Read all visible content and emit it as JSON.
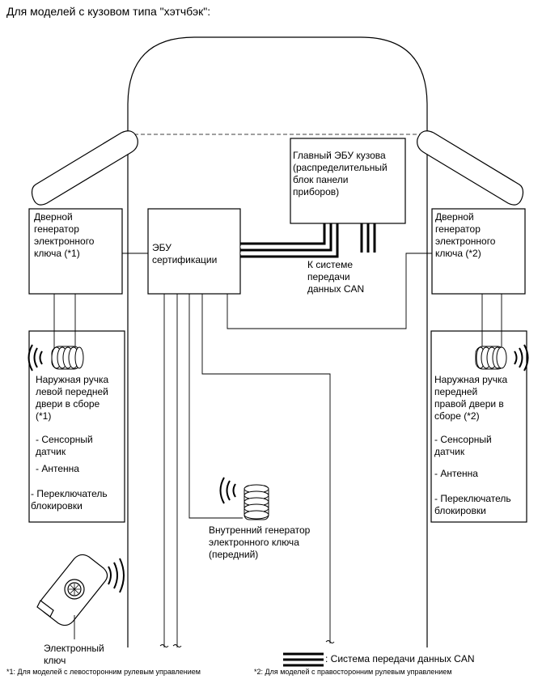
{
  "title": "Для моделей с кузовом типа \"хэтчбэк\":",
  "components": {
    "main_ecu": "Главный ЭБУ кузова\n(распределительный\nблок панели\nприборов)",
    "door_gen_left": "Дверной\nгенератор\nэлектронного\nключа (*1)",
    "door_gen_right": "Дверной\nгенератор\nэлектронного\nключа (*2)",
    "cert_ecu": "ЭБУ\nсертификации",
    "can_dest": "К системе\nпередачи\nданных CAN",
    "handle_left": "Наружная ручка\nлевой передней\nдвери в сборе\n(*1)",
    "handle_right": "Наружная ручка\nпередней\nправой двери в\nсборе (*2)",
    "touch_sensor_left": "- Сенсорный\nдатчик",
    "antenna_left": "- Антенна",
    "lock_switch_left": "- Переключатель\nблокировки",
    "touch_sensor_right": "- Сенсорный\nдатчик",
    "antenna_right": "- Антенна",
    "lock_switch_right": "- Переключатель\nблокировки",
    "interior_gen": "Внутренний генератор\nэлектронного ключа\n(передний)",
    "electronic_key": "Электронный\nключ"
  },
  "legend": {
    "can_label": ": Система передачи данных CAN"
  },
  "footnotes": {
    "note1": "*1: Для моделей с левосторонним рулевым управлением",
    "note2": "*2: Для моделей с правосторонним рулевым управлением"
  }
}
